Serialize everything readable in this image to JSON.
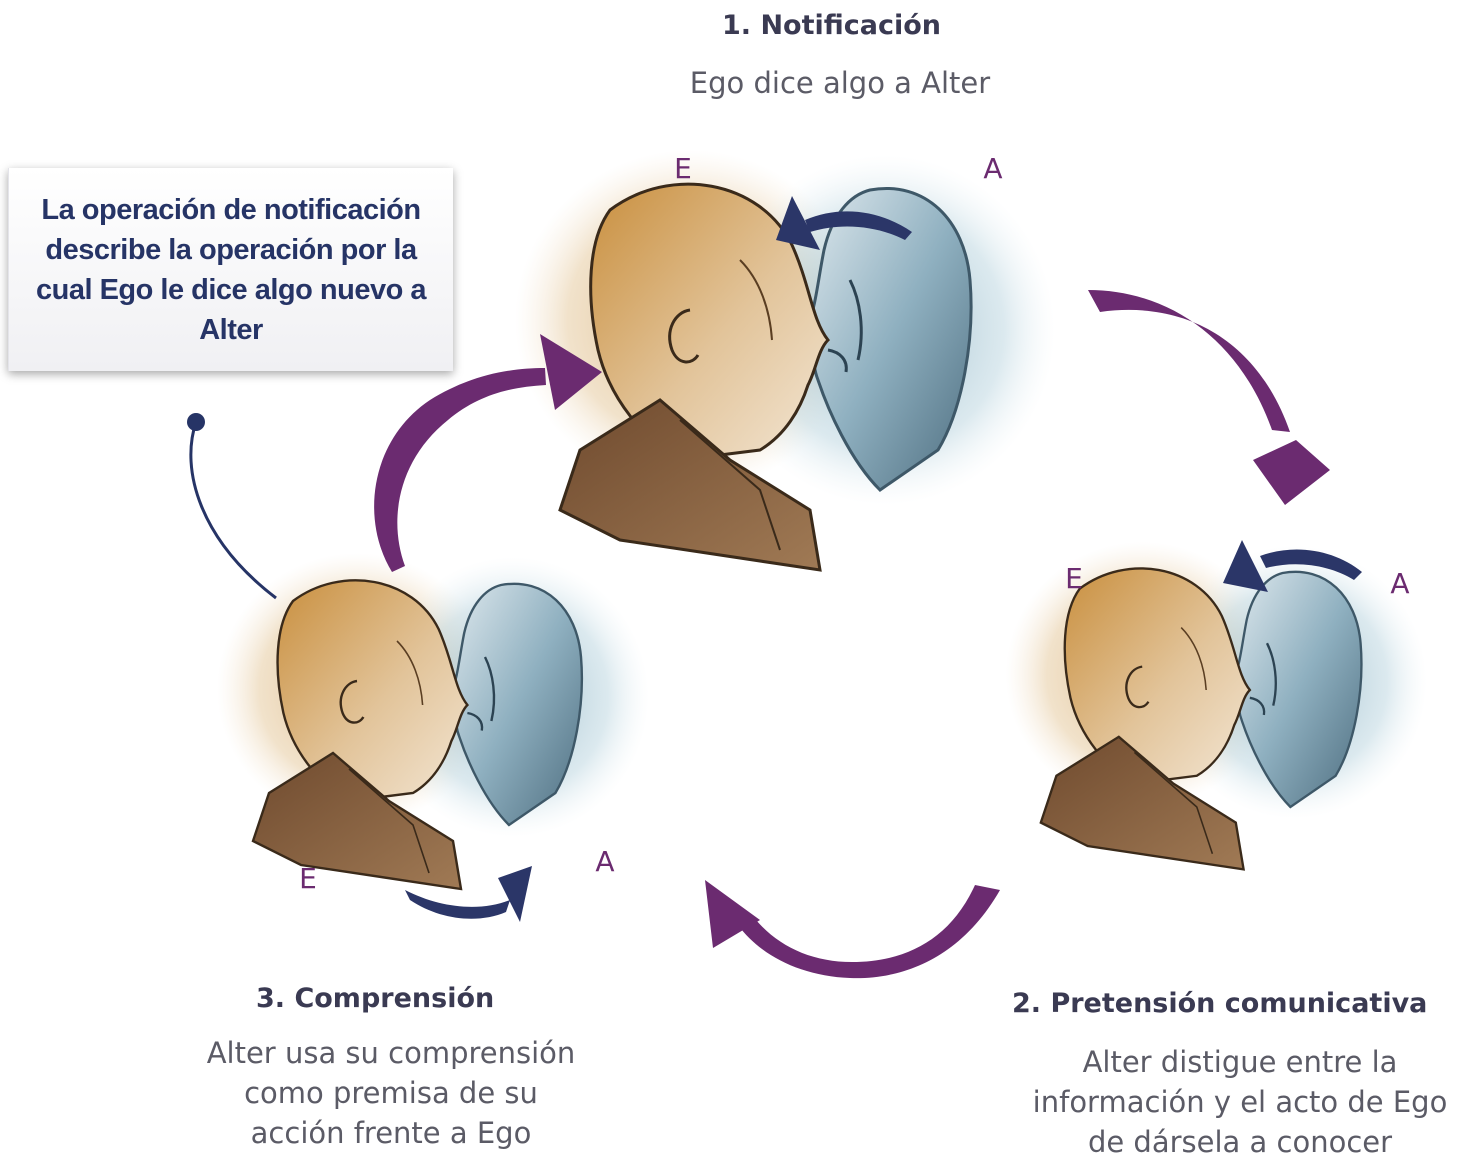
{
  "steps": [
    {
      "title": "1. Notificación",
      "description": "Ego dice algo a Alter"
    },
    {
      "title": "2. Pretensión comunicativa",
      "description_lines": [
        "Alter distigue entre la",
        "información y el acto de Ego",
        "de dársela a conocer"
      ]
    },
    {
      "title": "3. Comprensión",
      "description_lines": [
        "Alter usa su comprensión",
        "como premisa de su",
        "acción frente a Ego"
      ]
    }
  ],
  "callout": {
    "text": "La operación de notificación describe la operación por la cual Ego le dice algo nuevo a Alter"
  },
  "labels": {
    "ego": "E",
    "alter": "A"
  },
  "colors": {
    "cycle_arrow": "#6b2b70",
    "exchange_arrow": "#2b3668",
    "callout_text": "#263466",
    "letters": "#6b2b70"
  },
  "figures": [
    {
      "name": "figure-notificacion",
      "subjects": [
        "Ego",
        "Alter"
      ]
    },
    {
      "name": "figure-pretension",
      "subjects": [
        "Ego",
        "Alter"
      ]
    },
    {
      "name": "figure-comprension",
      "subjects": [
        "Ego",
        "Alter"
      ]
    }
  ]
}
